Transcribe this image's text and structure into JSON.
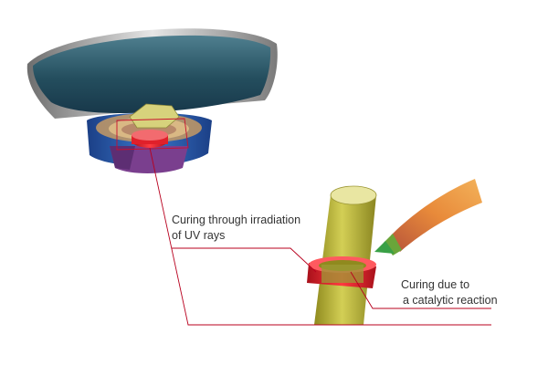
{
  "labels": {
    "uv_line1": "Curing through irradiation",
    "uv_line2": "of UV rays",
    "catalytic_line1": "Curing due to",
    "catalytic_line2": "a catalytic reaction"
  },
  "colors": {
    "speaker_cone": "#244e5e",
    "speaker_rim": "#9a9a9a",
    "speaker_frame": "#2a5fae",
    "magnet_purple": "#7a3f8e",
    "adhesive_red": "#e0202a",
    "rod": "#b9b437",
    "nozzle_tip": "#39a046",
    "tube_orange": "#e88a3a",
    "leader_line": "#b8001e"
  },
  "icons": {
    "speaker": "speaker-cutaway-icon",
    "rod": "cylinder-rod-icon",
    "dispenser": "adhesive-tube-icon"
  }
}
